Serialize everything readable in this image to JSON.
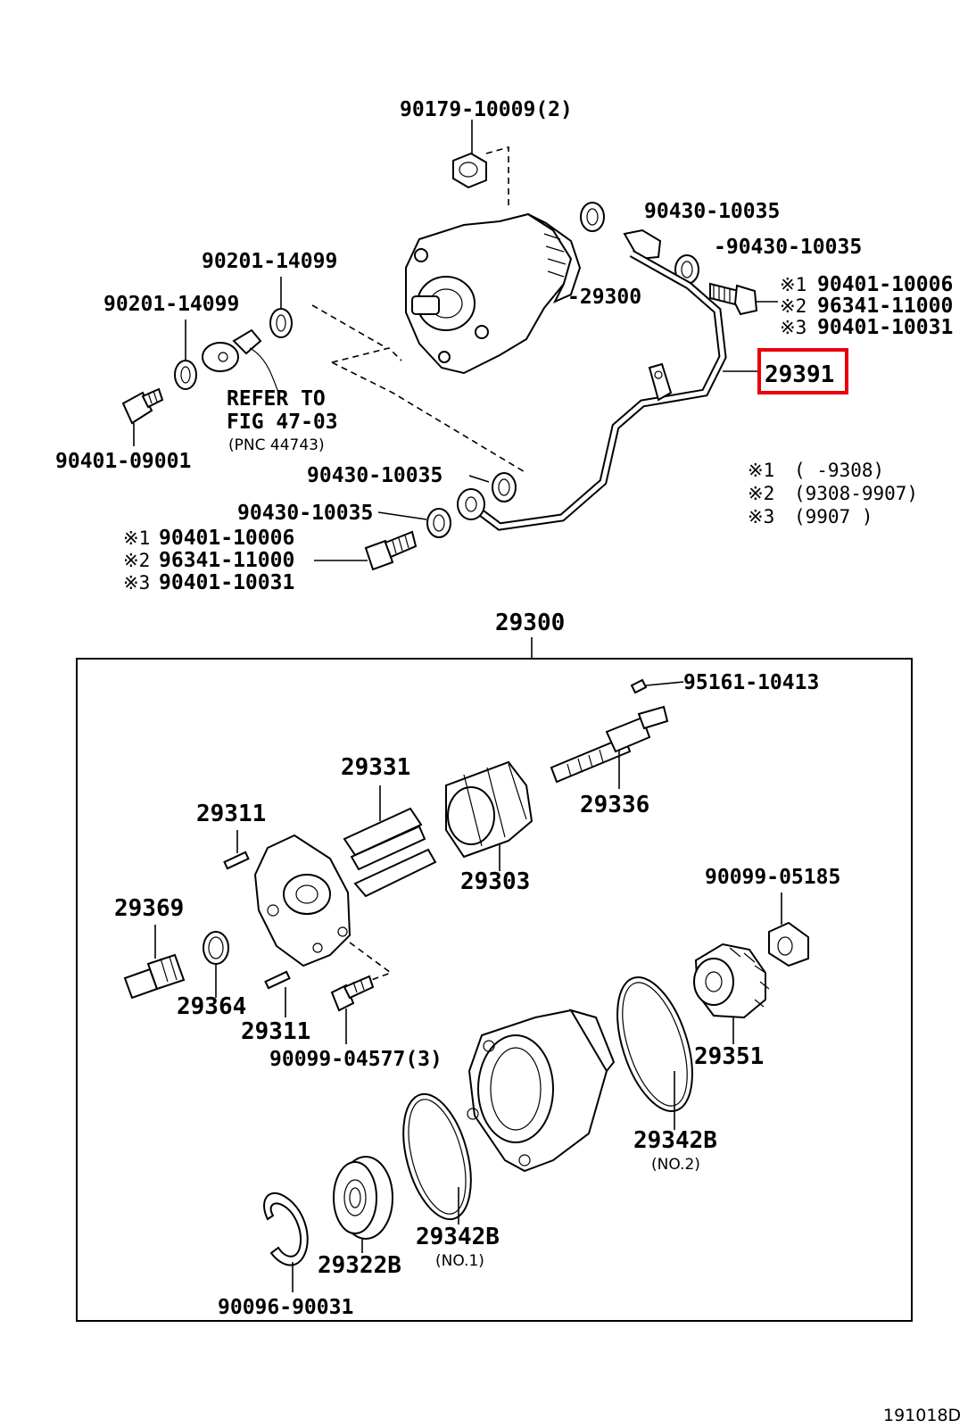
{
  "diagram": {
    "highlight_color": "#e8000d",
    "figure_id": "191018D",
    "refer": {
      "line1": "REFER TO",
      "line2": "FIG 47-03",
      "line3": "(PNC 44743)"
    },
    "notes": [
      {
        "mark": "※1",
        "text": "(       -9308)"
      },
      {
        "mark": "※2",
        "text": "(9308-9907)"
      },
      {
        "mark": "※3",
        "text": "(9907        )"
      }
    ],
    "labels": {
      "p90179": "90179-10009(2)",
      "p90430a": "90430-10035",
      "p90430b": "-90430-10035",
      "p90430c": "90430-10035",
      "p90430d": "90430-10035",
      "p90201a": "90201-14099",
      "p90201b": "90201-14099",
      "p29300a": "-29300",
      "p29391": "29391",
      "p90401_09001": "90401-09001",
      "r_s1": "※1",
      "r_s1v": "90401-10006",
      "r_s2": "※2",
      "r_s2v": "96341-11000",
      "r_s3": "※3",
      "r_s3v": "90401-10031",
      "l_s1": "※1",
      "l_s1v": "90401-10006",
      "l_s2": "※2",
      "l_s2v": "96341-11000",
      "l_s3": "※3",
      "l_s3v": "90401-10031",
      "p29300b": "29300",
      "p95161": "95161-10413",
      "p29331": "29331",
      "p29336": "29336",
      "p29311a": "29311",
      "p29303": "29303",
      "p90099_05185": "90099-05185",
      "p29369": "29369",
      "p29364": "29364",
      "p29311b": "29311",
      "p90099_04577": "90099-04577(3)",
      "p29351": "29351",
      "p29342b2": "29342B",
      "p29342b2_sub": "(NO.2)",
      "p29342b1": "29342B",
      "p29342b1_sub": "(NO.1)",
      "p29322b": "29322B",
      "p90096": "90096-90031"
    }
  }
}
